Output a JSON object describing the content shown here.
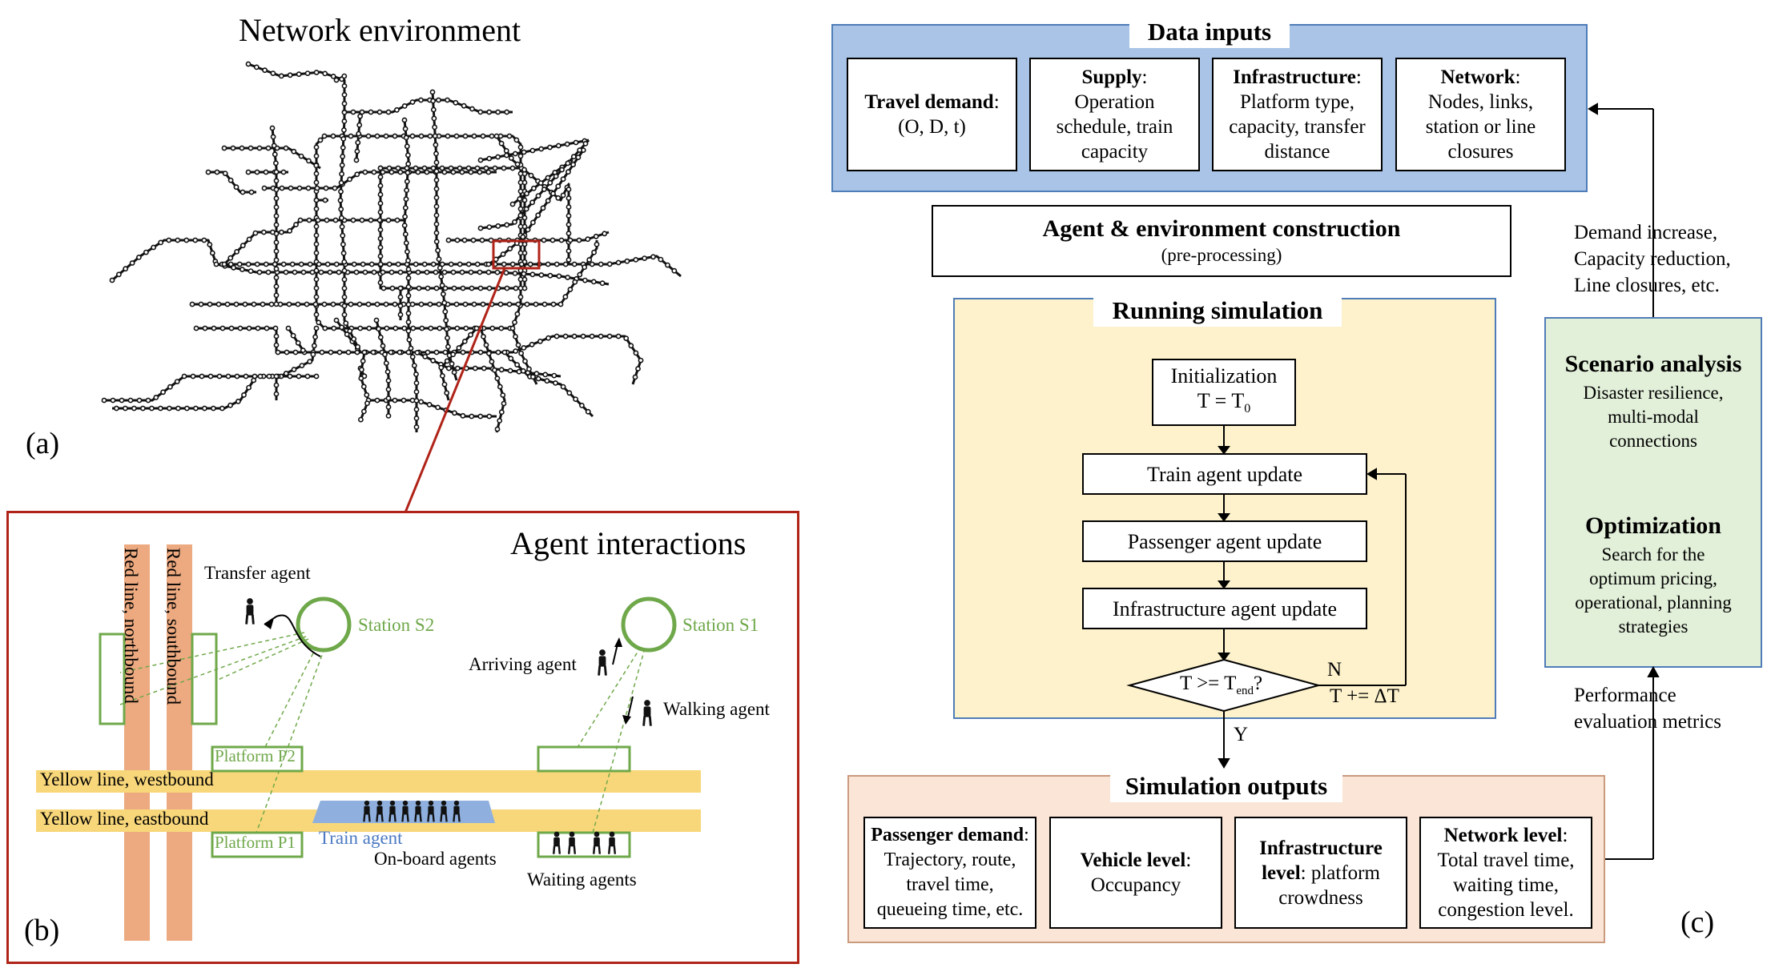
{
  "panel_a": {
    "title": "Network environment",
    "label": "(a)"
  },
  "panel_b": {
    "title": "Agent interactions",
    "label": "(b)",
    "red_north": "Red line, northbound",
    "red_south": "Red line, southbound",
    "transfer_agent": "Transfer agent",
    "station_s2": "Station S2",
    "station_s1": "Station S1",
    "arriving_agent": "Arriving agent",
    "walking_agent": "Walking agent",
    "platform_p2": "Platform P2",
    "platform_p1": "Platform P1",
    "yellow_west": "Yellow line, westbound",
    "yellow_east": "Yellow line, eastbound",
    "train_agent": "Train agent",
    "onboard_agents": "On-board agents",
    "waiting_agents": "Waiting agents",
    "colors": {
      "red_line": "#EDAA80",
      "yellow_line": "#F8D77A",
      "green": "#6FA84A",
      "blue": "#8FB0DE",
      "frame": "#B02318"
    }
  },
  "panel_c": {
    "label": "(c)",
    "data_inputs": {
      "title": "Data inputs",
      "items": [
        {
          "bold": "Travel demand",
          "rest": ":",
          "lines": [
            "(O, D, t)"
          ]
        },
        {
          "bold": "Supply",
          "rest": ":",
          "lines": [
            "Operation",
            "schedule, train",
            "capacity"
          ]
        },
        {
          "bold": "Infrastructure",
          "rest": ":",
          "lines": [
            "Platform type,",
            "capacity, transfer",
            "distance"
          ]
        },
        {
          "bold": "Network",
          "rest": ":",
          "lines": [
            "Nodes, links,",
            "station or line",
            "closures"
          ]
        }
      ]
    },
    "construction": {
      "title": "Agent & environment construction",
      "sub": "(pre-processing)"
    },
    "simulation": {
      "title": "Running simulation",
      "init_line1": "Initialization",
      "init_line2": "T = T",
      "init_sub": "0",
      "train_update": "Train agent update",
      "passenger_update": "Passenger agent update",
      "infra_update": "Infrastructure agent update",
      "decision": "T >= T",
      "decision_sub": "end",
      "decision_q": "?",
      "no": "N",
      "increment": "T += ΔT",
      "yes": "Y"
    },
    "outputs": {
      "title": "Simulation outputs",
      "items": [
        {
          "bold": "Passenger demand",
          "rest": ":",
          "lines": [
            "Trajectory, route,",
            "travel time,",
            "queueing time, etc."
          ]
        },
        {
          "bold": "Vehicle level",
          "rest": ":",
          "lines": [
            "Occupancy"
          ]
        },
        {
          "bold": "Infrastructure",
          "rest": "",
          "lines2": [
            "level",
            ": platform"
          ],
          "lines": [
            "crowdness"
          ]
        },
        {
          "bold": "Network level",
          "rest": ":",
          "lines": [
            "Total travel time,",
            "waiting time,",
            "congestion level."
          ]
        }
      ]
    },
    "feedback_text": [
      "Demand increase,",
      "Capacity reduction,",
      "Line closures, etc."
    ],
    "scenario": {
      "title": "Scenario analysis",
      "lines": [
        "Disaster resilience,",
        "multi-modal",
        "connections"
      ],
      "opt_title": "Optimization",
      "opt_lines": [
        "Search for the",
        "optimum pricing,",
        "operational, planning",
        "strategies"
      ]
    },
    "metrics_text": [
      "Performance",
      "evaluation metrics"
    ],
    "colors": {
      "inputs": "#A9C4E6",
      "simulation": "#FDF2CC",
      "outputs": "#FBE5D6",
      "scenario": "#E2EFD9"
    }
  }
}
